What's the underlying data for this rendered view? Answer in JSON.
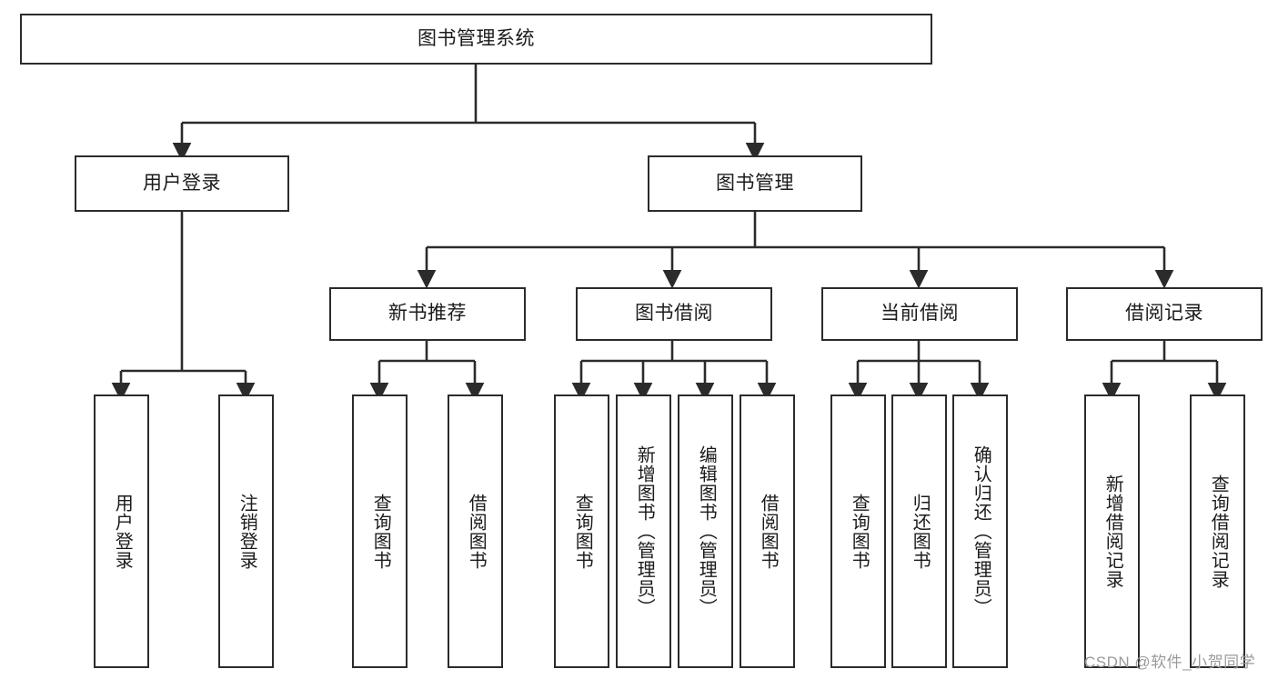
{
  "diagram": {
    "title": "图书管理系统",
    "type": "tree-hierarchy-chart",
    "root": {
      "label": "图书管理系统"
    },
    "level2": [
      {
        "label": "用户登录"
      },
      {
        "label": "图书管理"
      }
    ],
    "level3": [
      {
        "label": "新书推荐"
      },
      {
        "label": "图书借阅"
      },
      {
        "label": "当前借阅"
      },
      {
        "label": "借阅记录"
      }
    ],
    "leaves": {
      "user_login": [
        {
          "label": "用户登录"
        },
        {
          "label": "注销登录"
        }
      ],
      "new_book_recommend": [
        {
          "label": "查询图书"
        },
        {
          "label": "借阅图书"
        }
      ],
      "book_borrow": [
        {
          "label": "查询图书"
        },
        {
          "label": "新增图书（管理员）"
        },
        {
          "label": "编辑图书（管理员）"
        },
        {
          "label": "借阅图书"
        }
      ],
      "current_borrow": [
        {
          "label": "查询图书"
        },
        {
          "label": "归还图书"
        },
        {
          "label": "确认归还（管理员）"
        }
      ],
      "borrow_record": [
        {
          "label": "新增借阅记录"
        },
        {
          "label": "查询借阅记录"
        }
      ]
    }
  },
  "watermark": {
    "text": "CSDN @软件_小贺同学"
  },
  "colors": {
    "border": "#2b2b2b",
    "text": "#1b1b1b",
    "background": "#ffffff",
    "connector": "#2b2b2b",
    "watermark": "#9a9a9a"
  }
}
